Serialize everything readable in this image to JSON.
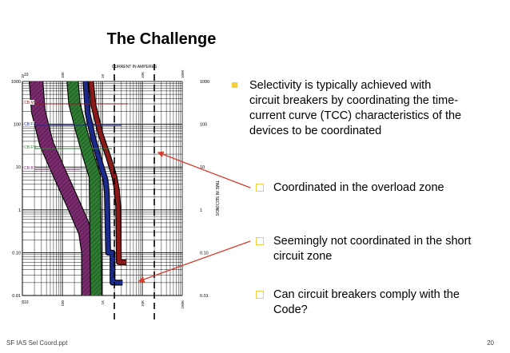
{
  "slide": {
    "title": "The Challenge",
    "footer_left": "SF IAS Sel Coord.ppt",
    "page_number": "20"
  },
  "bullets": {
    "main": "Selectivity is typically achieved with circuit breakers by coordinating the time-current curve (TCC) characteristics of the devices to be coordinated",
    "sub": [
      "Coordinated in the overload zone",
      "Seemingly not coordinated in the short circuit zone",
      "Can circuit breakers comply with the Code?"
    ]
  },
  "chart_data": {
    "type": "line",
    "title": "CURRENT IN AMPERES",
    "xlabel": "CURRENT IN AMPERES",
    "ylabel": "TIME IN SECONDS",
    "x_scale": "log",
    "y_scale": "log",
    "xlim": [
      10,
      100000
    ],
    "ylim": [
      0.01,
      1000
    ],
    "grid": true,
    "x_ticks": [
      "10",
      "100",
      "1K",
      "10K",
      "100K"
    ],
    "y_ticks_left": [
      "1000",
      "100",
      "10",
      "1",
      "0.10",
      "0.01"
    ],
    "y_ticks_right": [
      "1000",
      "100",
      "10",
      "1",
      "0.10",
      "0.01"
    ],
    "device_labels": [
      "CB M1",
      "CB F1",
      "CB FN",
      "CB B1"
    ],
    "colors": {
      "cb_m1": "#8b1a1a",
      "cb_f1": "#1c2a8c",
      "cb_fn": "#2e7d32",
      "cb_b1": "#7a2a6e",
      "arrow": "#d63b2b"
    },
    "series": [
      {
        "name": "CB M1",
        "band_width": 0.05,
        "points": [
          [
            520,
            1000
          ],
          [
            600,
            280
          ],
          [
            900,
            60
          ],
          [
            1400,
            18
          ],
          [
            2000,
            6
          ],
          [
            2300,
            3
          ],
          [
            2500,
            1.2
          ],
          [
            2600,
            0.06
          ],
          [
            4000,
            0.06
          ]
        ]
      },
      {
        "name": "CB F1",
        "band_width": 0.05,
        "points": [
          [
            380,
            1000
          ],
          [
            430,
            180
          ],
          [
            600,
            45
          ],
          [
            900,
            12
          ],
          [
            1200,
            5
          ],
          [
            1300,
            2.5
          ],
          [
            1400,
            0.1
          ],
          [
            1800,
            0.1
          ],
          [
            1800,
            0.02
          ],
          [
            3200,
            0.02
          ]
        ]
      },
      {
        "name": "CB FN",
        "band_width": 0.13,
        "points": [
          [
            180,
            1000
          ],
          [
            200,
            300
          ],
          [
            300,
            70
          ],
          [
            450,
            18
          ],
          [
            650,
            6
          ],
          [
            700,
            0.01
          ]
        ]
      },
      {
        "name": "CB B1",
        "band_width": 0.16,
        "points": [
          [
            22,
            1000
          ],
          [
            25,
            200
          ],
          [
            40,
            35
          ],
          [
            80,
            8
          ],
          [
            200,
            1.2
          ],
          [
            380,
            0.3
          ],
          [
            450,
            0.1
          ],
          [
            450,
            0.01
          ]
        ]
      }
    ],
    "reference_lines_x": [
      2000,
      20000
    ]
  }
}
